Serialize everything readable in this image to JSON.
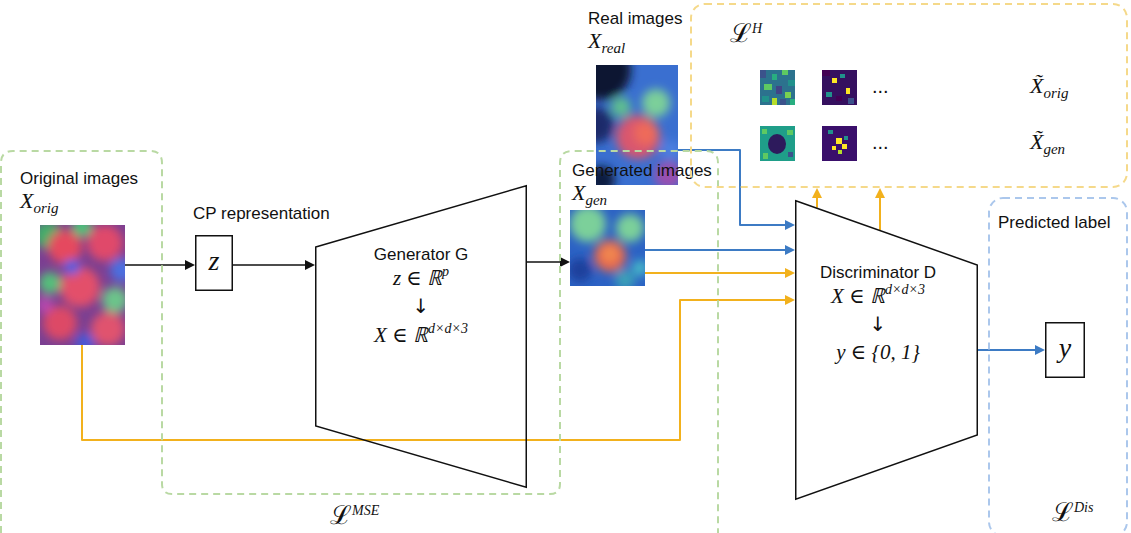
{
  "diagram": {
    "nodes": [
      {
        "text": [
          "ℒ",
          "MSE"
        ]
      },
      {
        "text": [
          "Original images",
          "X",
          "orig"
        ],
        "in": 0
      },
      {
        "text": [
          "CP representation",
          "z"
        ]
      },
      {
        "text": [
          "Generator G",
          "z ∈ ℝ",
          "p",
          "↓",
          "X ∈ ℝ",
          "d×d×3"
        ]
      },
      {
        "text": [
          "Generated images",
          "X",
          "gen"
        ],
        "in": 0
      },
      {
        "text": [
          "Real images",
          "X",
          "real"
        ]
      },
      {
        "text": [
          "ℒ",
          "H"
        ]
      },
      {
        "text": [
          "Discriminator D",
          "X ∈ ℝ",
          "d×d×3",
          "↓",
          "y ∈ {0, 1}"
        ]
      },
      {
        "text": [
          "ℒ",
          "Dis"
        ]
      },
      {
        "text": [
          "Predicted label",
          "y"
        ],
        "in": 8
      }
    ],
    "edges": [
      {
        "from": 1,
        "to": 2,
        "arrow": "to"
      },
      {
        "from": 2,
        "to": 3,
        "arrow": "to"
      },
      {
        "from": 3,
        "to": 4,
        "arrow": "to"
      },
      {
        "from": 4,
        "to": 7,
        "arrow": "to"
      },
      {
        "from": 4,
        "to": 7,
        "arrow": "to"
      },
      {
        "from": 1,
        "to": 7,
        "arrow": "to"
      },
      {
        "from": 5,
        "to": 7,
        "arrow": "to"
      },
      {
        "from": 7,
        "to": 9,
        "arrow": "to"
      },
      {
        "from": 7,
        "to": 6,
        "arrow": "to"
      },
      {
        "from": 7,
        "to": 6,
        "arrow": "to"
      }
    ],
    "labels": [
      "...",
      "X̃",
      "orig",
      "...",
      "X̃",
      "gen"
    ]
  }
}
